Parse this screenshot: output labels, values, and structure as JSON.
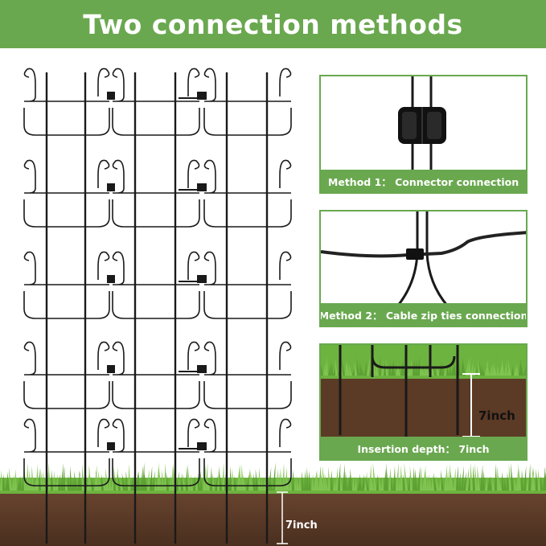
{
  "banner": {
    "title": "Two connection methods"
  },
  "panels": [
    {
      "caption": "Method 1： Connector connection"
    },
    {
      "caption": "Method 2： Cable zip ties connection"
    },
    {
      "caption": "Insertion depth： 7inch",
      "depth_label": "7inch"
    }
  ],
  "main": {
    "depth_label": "7inch"
  },
  "icons": [
    "connector-clip",
    "cable-zip-tie",
    "depth-marker"
  ],
  "colors": {
    "accent": "#6aa84f",
    "soil": "#5b3a26",
    "grass": "#6db33f",
    "wire": "#1a1a1a"
  }
}
